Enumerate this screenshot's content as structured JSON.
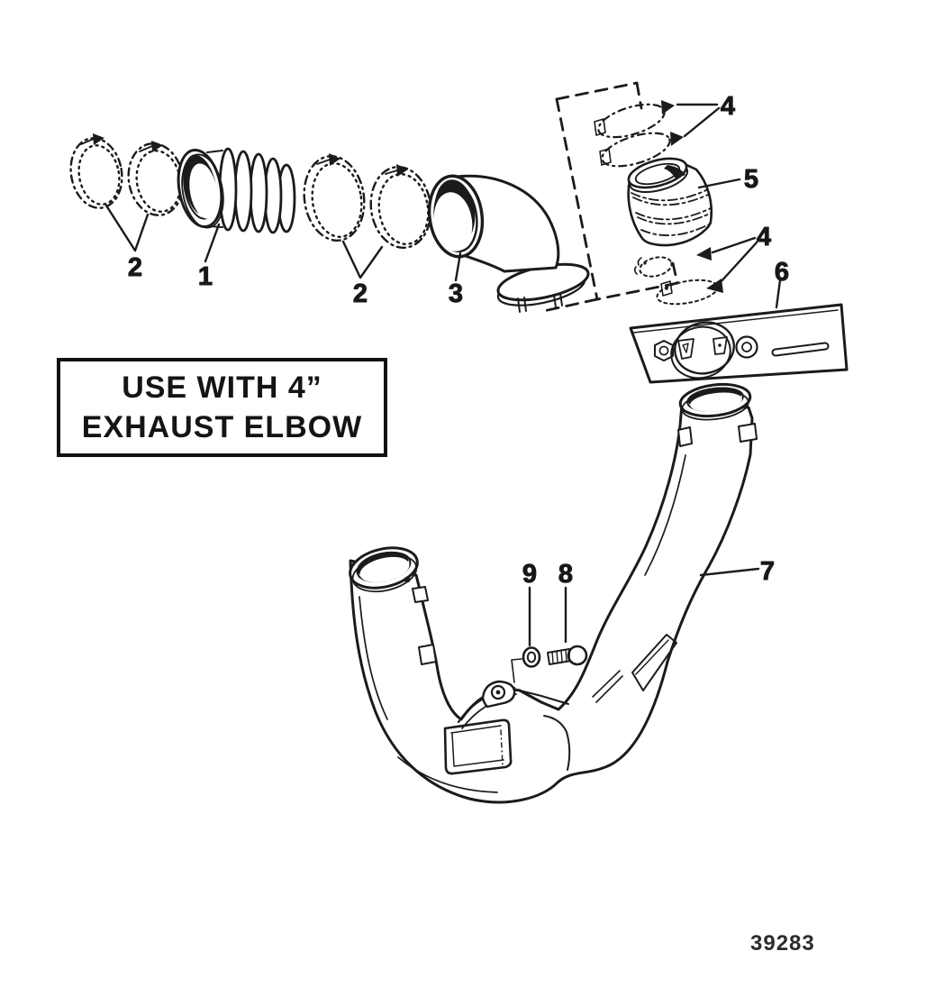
{
  "figure": {
    "title": "Exhaust pipe exploded parts diagram",
    "note_box": {
      "line1": "USE WITH 4”",
      "line2": "EXHAUST ELBOW"
    },
    "part_number": "39283",
    "callouts": [
      {
        "label": "2",
        "part": "hose-clamps-front-pair"
      },
      {
        "label": "1",
        "part": "exhaust-bellows-hose"
      },
      {
        "label": "2",
        "part": "hose-clamps-rear-pair"
      },
      {
        "label": "3",
        "part": "exhaust-elbow-pipe"
      },
      {
        "label": "4",
        "part": "upper-clamps-top-pair"
      },
      {
        "label": "5",
        "part": "connector-hose"
      },
      {
        "label": "4",
        "part": "upper-clamps-bottom-pair"
      },
      {
        "label": "6",
        "part": "mounting-plate"
      },
      {
        "label": "7",
        "part": "exhaust-pipe-assembly"
      },
      {
        "label": "8",
        "part": "bolt"
      },
      {
        "label": "9",
        "part": "washer"
      }
    ]
  }
}
